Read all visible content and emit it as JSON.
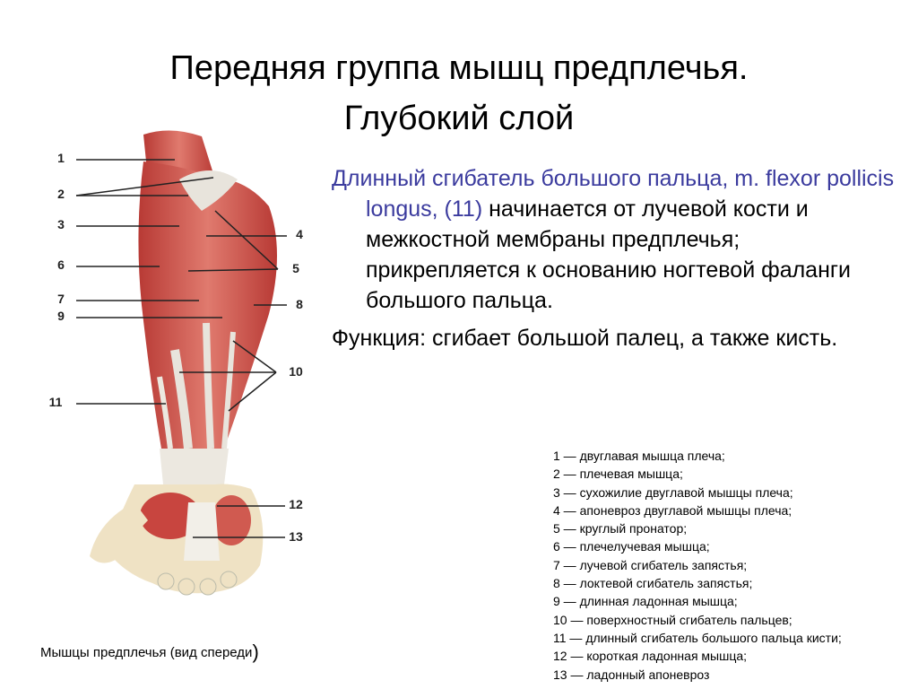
{
  "title": {
    "line1": "Передняя группа мышц предплечья.",
    "line2": "Глубокий слой"
  },
  "description": {
    "para1_accent": "Длинный сгибатель большого пальца, m. flexor pollicis longus, (11)",
    "para1_rest": " начинается от лучевой кости и межкостной мембраны предплечья; прикрепляется к основанию ногтевой фаланги большого пальца.",
    "para2": "Функция: сгибает большой палец, а также кисть."
  },
  "legend": [
    "1 — двуглавая мышца плеча;",
    "2 — плечевая мышца;",
    "3 — сухожилие двуглавой мышцы плеча;",
    "4 — апоневроз двуглавой мышцы плеча;",
    "5 — круглый пронатор;",
    "6 — плечелучевая мышца;",
    "7 — лучевой сгибатель запястья;",
    "8 — локтевой сгибатель запястья;",
    "9 — длинная ладонная мышца;",
    "10 — поверхностный сгибатель пальцев;",
    "11 — длинный сгибатель большого пальца кисти;",
    "12 — короткая ладонная мышца;",
    "13 — ладонный апоневроз"
  ],
  "labels": {
    "n1": "1",
    "n2": "2",
    "n3": "3",
    "n4": "4",
    "n5": "5",
    "n6": "6",
    "n7": "7",
    "n8": "8",
    "n9": "9",
    "n10": "10",
    "n11": "11",
    "n12": "12",
    "n13": "13"
  },
  "caption": {
    "text": "Мышцы предплечья (вид спереди",
    "paren": ")"
  },
  "colors": {
    "muscle": "#c8453f",
    "muscle_light": "#e07a6e",
    "tendon": "#e8e4dc",
    "bone": "#efe2c4",
    "accent_text": "#3b3b9e"
  }
}
